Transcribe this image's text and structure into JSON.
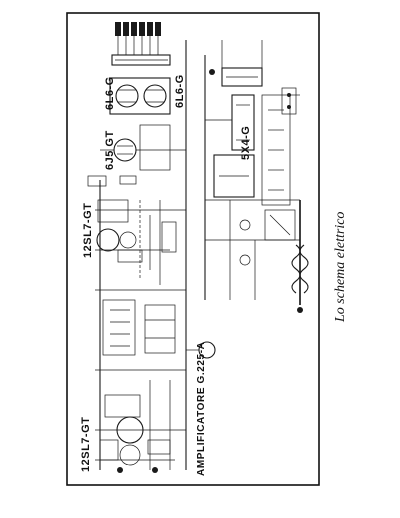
{
  "caption": "Lo schema elettrico",
  "title": "AMPLIFICATORE G.225-A",
  "tubes": {
    "input_1": "12SL7-GT",
    "input_2": "12SL7-GT",
    "driver": "6J5 GT",
    "output_1": "6L6-G",
    "output_2": "6L6-G",
    "rectifier": "5X4-G"
  },
  "colors": {
    "ink": "#1a1a1a",
    "paper": "#ffffff"
  }
}
